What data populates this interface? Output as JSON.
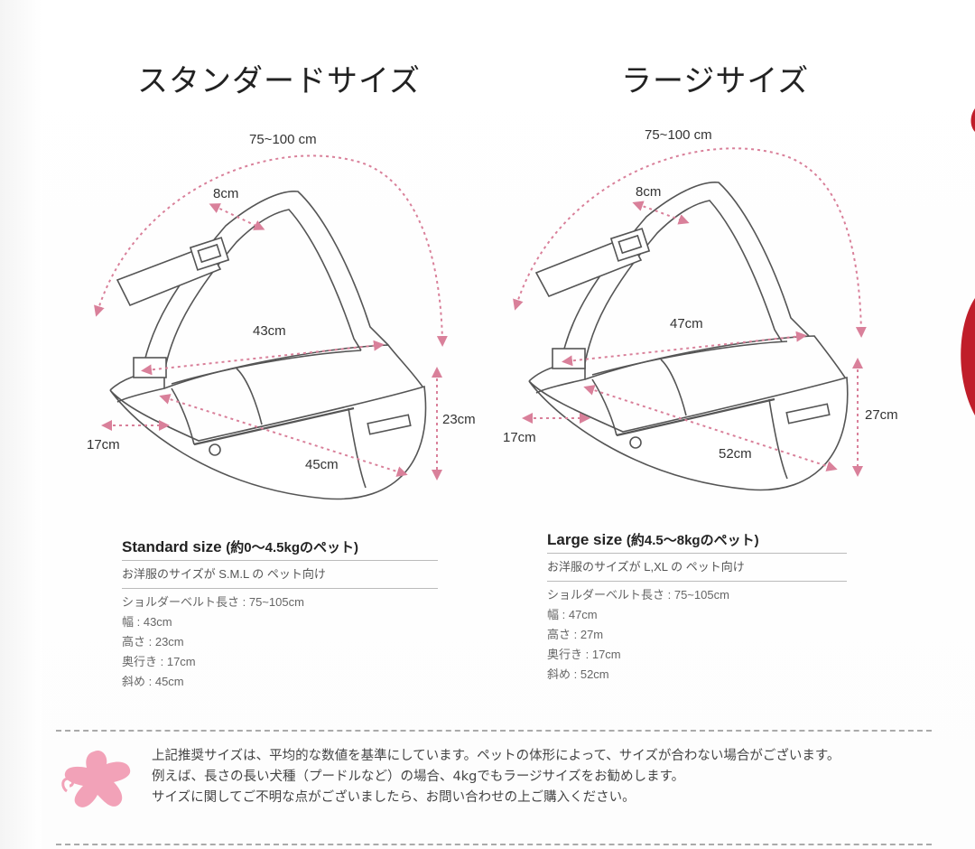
{
  "headings": {
    "standard": "スタンダードサイズ",
    "large": "ラージサイズ"
  },
  "standard_diagram": {
    "belt": "75~100 cm",
    "strap_width": "8cm",
    "width": "43cm",
    "height": "23cm",
    "depth": "17cm",
    "diagonal": "45cm"
  },
  "large_diagram": {
    "belt": "75~100 cm",
    "strap_width": "8cm",
    "width": "47cm",
    "height": "27cm",
    "depth": "17cm",
    "diagonal": "52cm"
  },
  "standard_spec": {
    "title": "Standard size",
    "title_note": "(約0〜4.5kgのペット)",
    "intro": "お洋服のサイズが S.M.L の ペット向け",
    "lines": [
      "ショルダーベルト長さ : 75~105cm",
      "幅 : 43cm",
      "高さ : 23cm",
      "奥行き : 17cm",
      "斜め : 45cm"
    ]
  },
  "large_spec": {
    "title": "Large size",
    "title_note": "(約4.5〜8kgのペット)",
    "intro": "お洋服のサイズが L,XL の ペット向け",
    "lines": [
      "ショルダーベルト長さ : 75~105cm",
      "幅 : 47cm",
      "高さ : 27m",
      "奥行き : 17cm",
      "斜め : 52cm"
    ]
  },
  "notes": [
    "上記推奨サイズは、平均的な数値を基準にしています。ペットの体形によって、サイズが合わない場合がございます。",
    "例えば、長さの長い犬種（プードルなど）の場合、4kgでもラージサイズをお勧めします。",
    "サイズに関してご不明な点がございましたら、お問い合わせの上ご購入ください。"
  ],
  "colors": {
    "arrow": "#d9809a",
    "outline": "#555555",
    "star": "#f2a2b8"
  }
}
